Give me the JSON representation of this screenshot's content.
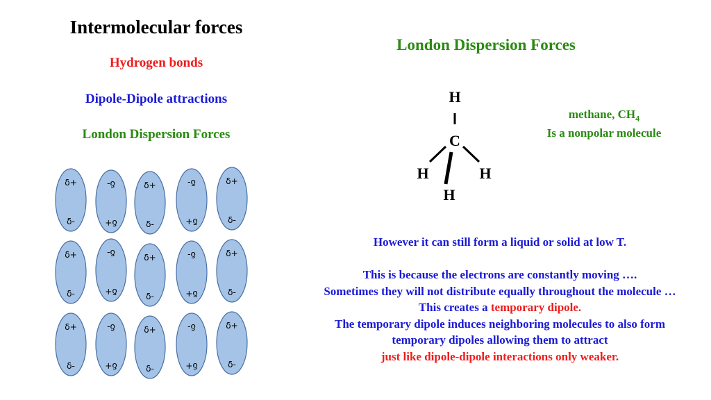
{
  "title": "Intermolecular forces",
  "list": {
    "hydrogen_bonds": "Hydrogen bonds",
    "dipole_dipole": "Dipole-Dipole attractions",
    "london": "London Dispersion Forces"
  },
  "right_title": "London Dispersion Forces",
  "methane": {
    "name": "methane, CH",
    "subscript": "4",
    "description": "Is a nonpolar molecule",
    "atoms": {
      "top_h": "H",
      "carbon": "C",
      "left_h": "H",
      "right_h": "H",
      "bottom_h": "H"
    }
  },
  "explanation": {
    "line1": "However it can still form a liquid or solid at low T.",
    "line2": "This is because the electrons are constantly moving ….",
    "line3": "Sometimes they will not distribute equally throughout the molecule …",
    "line4_prefix": "This creates a ",
    "line4_highlight": "temporary dipole.",
    "line5": "The temporary dipole induces neighboring molecules to also form",
    "line6": "temporary dipoles allowing them to attract",
    "line7": "just like dipole-dipole interactions only weaker."
  },
  "dipole_grid": {
    "rows": 3,
    "columns": 5,
    "label_plus": "δ+",
    "label_minus": "δ-"
  },
  "colors": {
    "red": "#ee1c1c",
    "blue": "#1a1ad6",
    "green": "#2a8a12",
    "ellipse_fill": "#a4c3e6",
    "ellipse_stroke": "#4a6fa5"
  }
}
